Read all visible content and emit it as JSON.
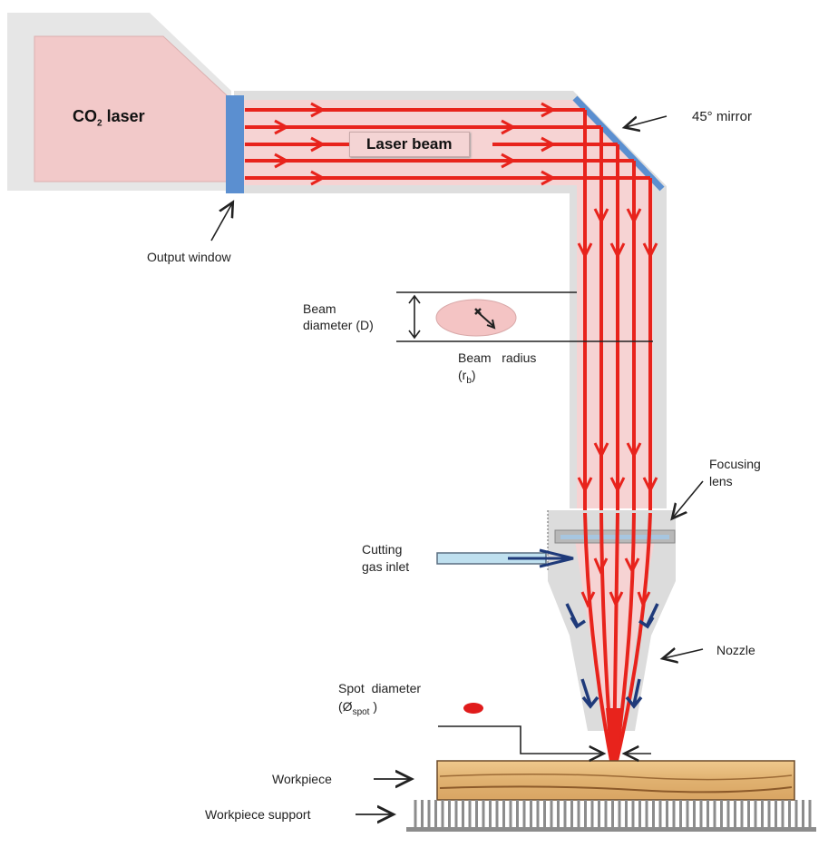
{
  "title": "CO2 laser cutting process schematic",
  "labels": {
    "laser": "CO",
    "laser_sub": "2",
    "laser_suffix": " laser",
    "laser_beam": "Laser beam",
    "mirror": "45° mirror",
    "output_window": "Output window",
    "beam_diameter_1": "Beam",
    "beam_diameter_2": "diameter (D)",
    "beam_radius_1": "Beam   radius",
    "beam_radius_2": "(r",
    "beam_radius_sub": "b",
    "beam_radius_close": ")",
    "focusing_lens_1": "Focusing",
    "focusing_lens_2": "lens",
    "gas_inlet_1": "Cutting",
    "gas_inlet_2": "gas inlet",
    "nozzle": "Nozzle",
    "spot_1": "Spot  diameter",
    "spot_2": "(Ø",
    "spot_sub": "spot",
    "spot_close": " )",
    "workpiece": "Workpiece",
    "workpiece_support": "Workpiece support"
  },
  "colors": {
    "laser_body": "#f2c9c9",
    "beam": "#e8231c",
    "beam_fill": "#f6d3d3",
    "housing": "#dcdcdc",
    "mirror": "#5b8fd0",
    "gas_arrows": "#1f3a7a",
    "workpiece": "#e0b475",
    "support": "#8c8c8c"
  }
}
